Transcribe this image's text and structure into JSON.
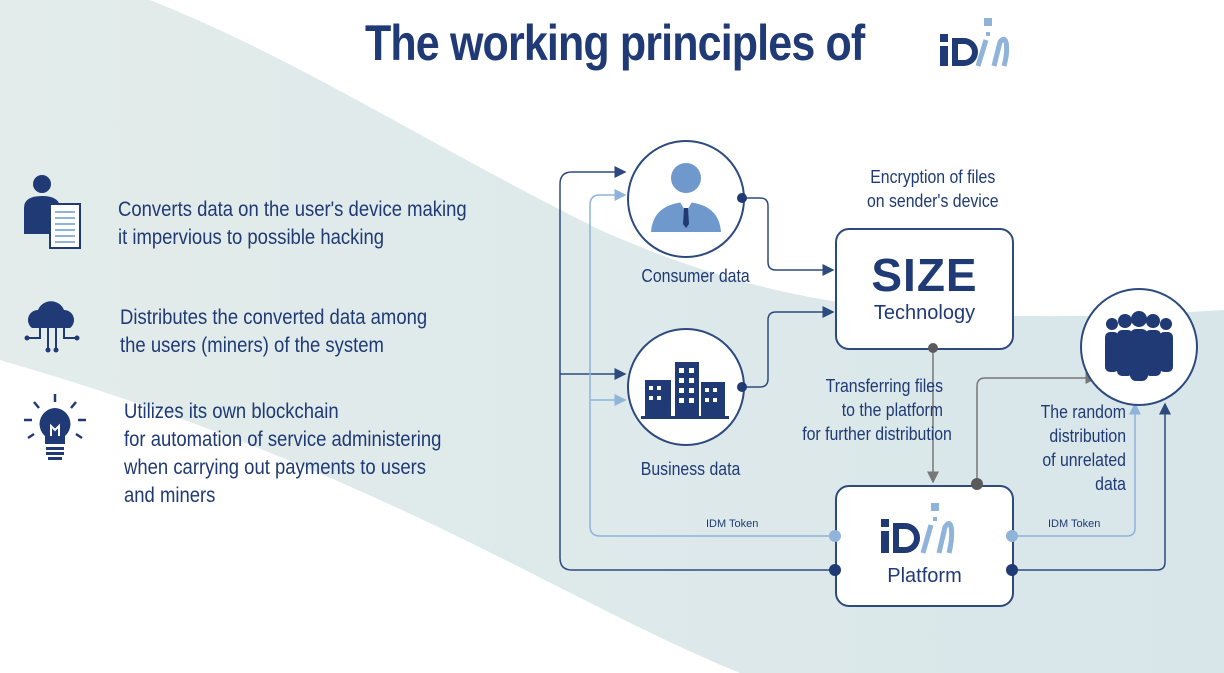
{
  "title": {
    "text": "The working principles of",
    "logo": "IDM"
  },
  "features": [
    {
      "icon": "user-document-icon",
      "lines": [
        "Converts data on the user's device making",
        "it impervious to possible hacking"
      ]
    },
    {
      "icon": "cloud-network-icon",
      "lines": [
        "Distributes the converted data among",
        "the users (miners) of the system"
      ]
    },
    {
      "icon": "lightbulb-icon",
      "lines": [
        "Utilizes its own blockchain",
        "for automation of service administering",
        "when carrying out payments to users",
        "and miners"
      ]
    }
  ],
  "diagram": {
    "consumer_label": "Consumer data",
    "business_label": "Business data",
    "encryption_label": [
      "Encryption of files",
      "on sender's device"
    ],
    "size_box": {
      "title": "SIZE",
      "subtitle": "Technology"
    },
    "transfer_label": [
      "Transferring files",
      "to the platform",
      "for further distribution"
    ],
    "random_label": [
      "The random",
      "distribution",
      "of unrelated",
      "data"
    ],
    "platform_box": {
      "logo": "IDM",
      "subtitle": "Platform"
    },
    "token_left": "IDM Token",
    "token_right": "IDM Token"
  },
  "colors": {
    "navy": "#1f3a74",
    "light_blue": "#8fb3d9",
    "line_dark": "#2d4a7e",
    "grey_dot": "#5a5a5a"
  }
}
